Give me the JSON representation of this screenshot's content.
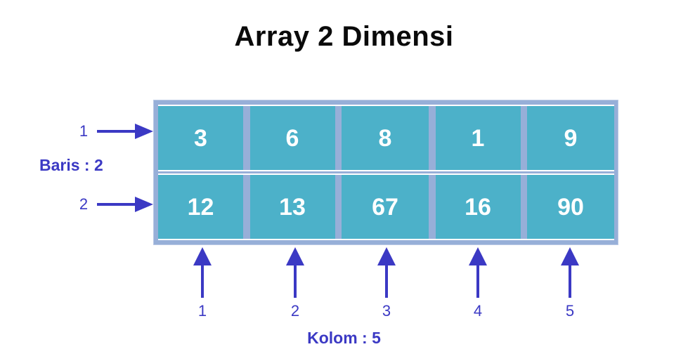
{
  "title": "Array 2 Dimensi",
  "colors": {
    "title_text": "#0a0a0a",
    "cell_fill": "#4cb1c9",
    "cell_text": "#ffffff",
    "table_frame": "#97afd8",
    "annotation": "#3b39c4",
    "background": "#ffffff"
  },
  "array": {
    "rows": [
      {
        "index_label": "1",
        "values": [
          "3",
          "6",
          "8",
          "1",
          "9"
        ]
      },
      {
        "index_label": "2",
        "values": [
          "12",
          "13",
          "67",
          "16",
          "90"
        ]
      }
    ],
    "column_labels": [
      "1",
      "2",
      "3",
      "4",
      "5"
    ]
  },
  "annotations": {
    "rows_label": "Baris : 2",
    "cols_label": "Kolom : 5",
    "rows_count": 2,
    "cols_count": 5
  },
  "chart_data": {
    "type": "table",
    "title": "Array 2 Dimensi",
    "row_headers": [
      "1",
      "2"
    ],
    "column_headers": [
      "1",
      "2",
      "3",
      "4",
      "5"
    ],
    "values": [
      [
        3,
        6,
        8,
        1,
        9
      ],
      [
        12,
        13,
        67,
        16,
        90
      ]
    ],
    "row_axis_label": "Baris : 2",
    "column_axis_label": "Kolom : 5"
  }
}
